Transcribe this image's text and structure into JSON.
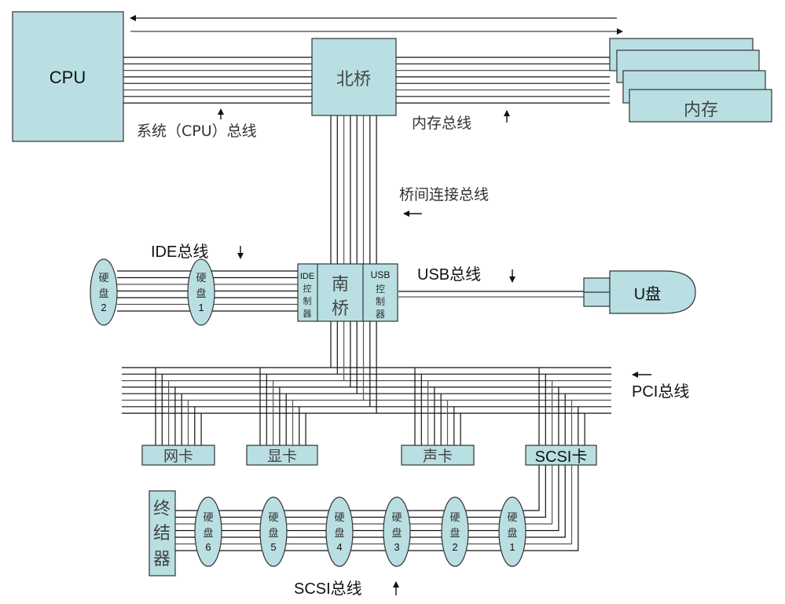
{
  "diagram": {
    "title": "计算机总线结构示意图",
    "components": {
      "cpu": "CPU",
      "north_bridge": "北桥",
      "memory": "内存",
      "south_bridge": "南桥",
      "ide_controller": [
        "IDE",
        "控",
        "制",
        "器"
      ],
      "usb_controller": [
        "USB",
        "控",
        "制",
        "器"
      ],
      "usb_disk": "U盘",
      "ide_disks": [
        {
          "line1": "硬",
          "line2": "盘",
          "num": "2"
        },
        {
          "line1": "硬",
          "line2": "盘",
          "num": "1"
        }
      ],
      "pci_cards": [
        "网卡",
        "显卡",
        "声卡",
        "SCSI卡"
      ],
      "terminator": [
        "终",
        "结",
        "器"
      ],
      "scsi_disks": [
        {
          "line1": "硬",
          "line2": "盘",
          "num": "6"
        },
        {
          "line1": "硬",
          "line2": "盘",
          "num": "5"
        },
        {
          "line1": "硬",
          "line2": "盘",
          "num": "4"
        },
        {
          "line1": "硬",
          "line2": "盘",
          "num": "3"
        },
        {
          "line1": "硬",
          "line2": "盘",
          "num": "2"
        },
        {
          "line1": "硬",
          "line2": "盘",
          "num": "1"
        }
      ]
    },
    "bus_labels": {
      "system_bus": "系统（CPU）总线",
      "memory_bus": "内存总线",
      "bridge_bus": "桥间连接总线",
      "ide_bus": "IDE总线",
      "usb_bus": "USB总线",
      "pci_bus": "PCI总线",
      "scsi_bus": "SCSI总线"
    },
    "arrow_glyphs": {
      "up": "↑",
      "down": "↓",
      "left": "←"
    },
    "colors": {
      "component_fill": "#b9dfe3",
      "outline": "#333333",
      "wire": "#111111"
    }
  }
}
